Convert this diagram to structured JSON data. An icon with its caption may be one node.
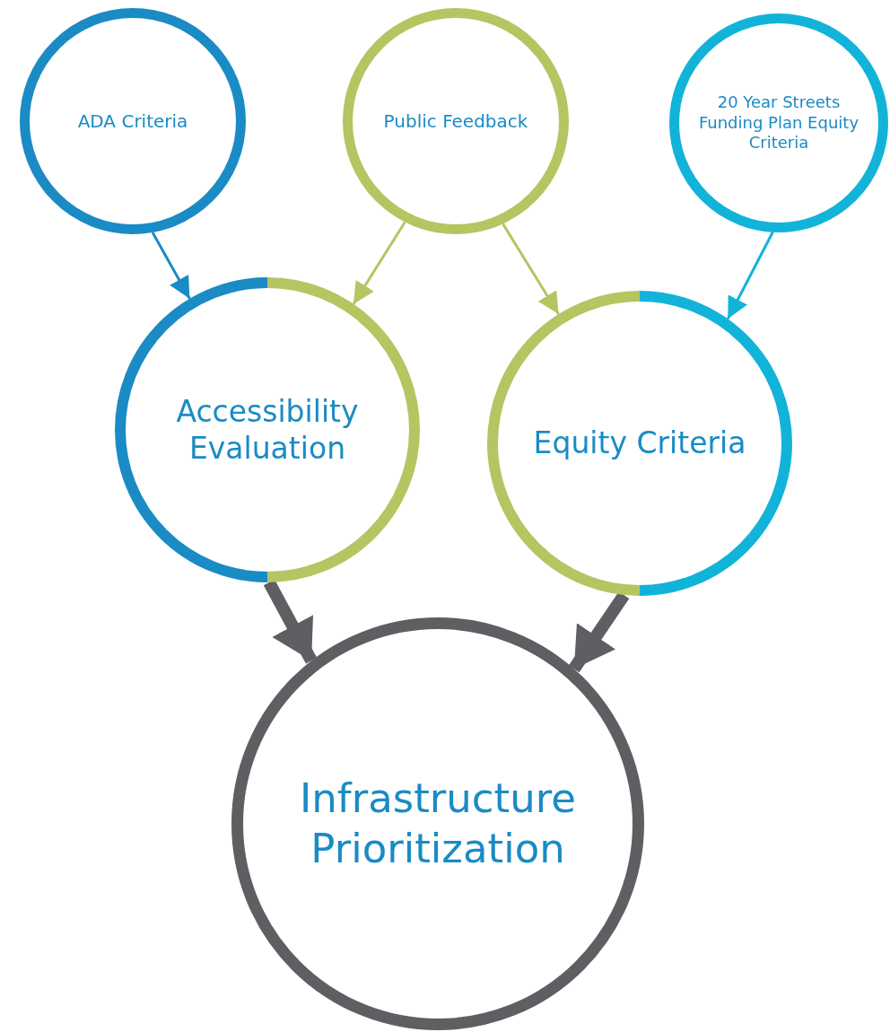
{
  "diagram": {
    "nodes": [
      {
        "text": [
          "ADA Criteria"
        ]
      },
      {
        "text": [
          "Public Feedback"
        ]
      },
      {
        "text": [
          "20 Year Streets Funding Plan Equity Criteria"
        ]
      },
      {
        "text": [
          "Accessibility Evaluation"
        ]
      },
      {
        "text": [
          "Equity Criteria"
        ]
      },
      {
        "text": [
          "Infrastructure Prioritization"
        ]
      }
    ],
    "edges": [
      {
        "from": 0,
        "to": 3,
        "arrow": "to",
        "color": "#1a8bc4"
      },
      {
        "from": 1,
        "to": 3,
        "arrow": "to",
        "color": "#b6c462"
      },
      {
        "from": 1,
        "to": 4,
        "arrow": "to",
        "color": "#b6c462"
      },
      {
        "from": 2,
        "to": 4,
        "arrow": "to",
        "color": "#12b3d9"
      },
      {
        "from": 3,
        "to": 5,
        "arrow": "to",
        "style": "thick",
        "color": "#5e5e63"
      },
      {
        "from": 4,
        "to": 5,
        "arrow": "to",
        "style": "thick",
        "color": "#5e5e63"
      }
    ]
  }
}
